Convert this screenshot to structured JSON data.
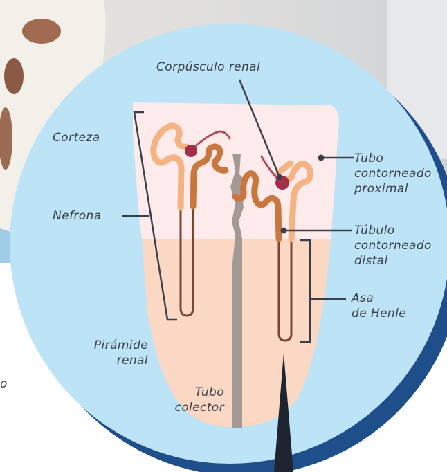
{
  "colors": {
    "circle": "#bde3f6",
    "circle_shadow": "#1f4f8a",
    "cortex": "#fcebea",
    "medulla": "#fbd8c4",
    "collecting_duct": "#a49a95",
    "proximal_tubule": "#f4b385",
    "distal_tubule": "#c9773f",
    "glomerulus": "#a32e47",
    "loop": "#7a4630",
    "leader_line": "#3a3f4a"
  },
  "labels": {
    "corpusculo_renal": "Corpúsculo renal",
    "corteza": "Corteza",
    "nefrona": "Nefrona",
    "piramide_line1": "Pirámide",
    "piramide_line2": "renal",
    "tubo_colector_line1": "Tubo",
    "tubo_colector_line2": "colector",
    "proximal_line1": "Tubo",
    "proximal_line2": "contorneado",
    "proximal_line3": "proximal",
    "distal_line1": "Túbulo",
    "distal_line2": "contorneado",
    "distal_line3": "distal",
    "henle_line1": "Asa",
    "henle_line2": "de Henle",
    "stray_char": "o"
  }
}
